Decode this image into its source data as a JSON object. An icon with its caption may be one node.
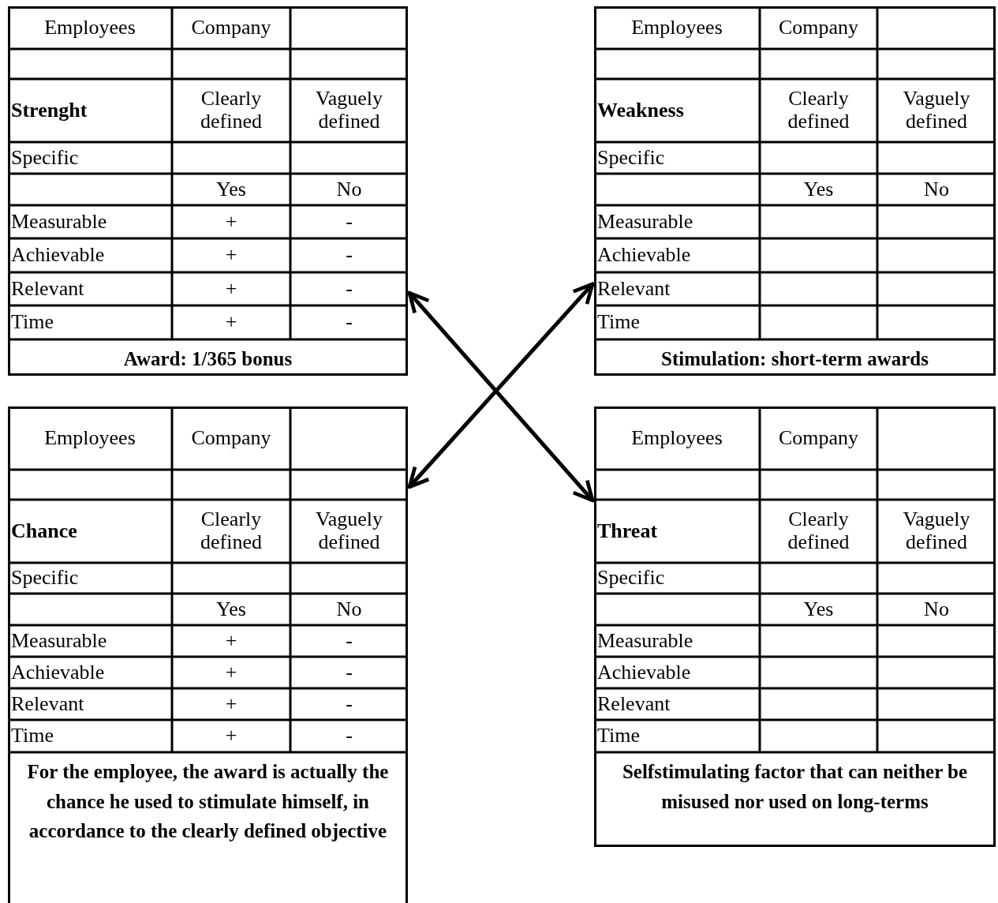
{
  "diagram": {
    "nodes": [
      {
        "text": [
          "Employees",
          "Company",
          "Strenght",
          "Clearly defined",
          "Vaguely defined",
          "Specific",
          "Yes",
          "No",
          "Measurable",
          "+",
          "-",
          "Achievable",
          "+",
          "-",
          "Relevant",
          "+",
          "-",
          "Time",
          "+",
          "-",
          "Award: 1/365 bonus"
        ]
      },
      {
        "text": [
          "Employees",
          "Company",
          "Weakness",
          "Clearly defined",
          "Vaguely defined",
          "Specific",
          "Yes",
          "No",
          "Measurable",
          "Achievable",
          "Relevant",
          "Time",
          "Stimulation: short-term awards"
        ]
      },
      {
        "text": [
          "Employees",
          "Company",
          "Chance",
          "Clearly defined",
          "Vaguely defined",
          "Specific",
          "Yes",
          "No",
          "Measurable",
          "+",
          "-",
          "Achievable",
          "+",
          "-",
          "Relevant",
          "+",
          "-",
          "Time",
          "+",
          "-",
          "For the employee, the award is actually the chance he used to stimulate himself, in accordance to the clearly defined objective"
        ]
      },
      {
        "text": [
          "Employees",
          "Company",
          "Threat",
          "Clearly defined",
          "Vaguely defined",
          "Specific",
          "Yes",
          "No",
          "Measurable",
          "Achievable",
          "Relevant",
          "Time",
          "Selfstimulating factor that can neither be misused nor used on long-terms"
        ]
      }
    ],
    "edges": [
      {
        "from": 0,
        "to": 3,
        "arrow": "both"
      },
      {
        "from": 1,
        "to": 2,
        "arrow": "both"
      }
    ]
  }
}
